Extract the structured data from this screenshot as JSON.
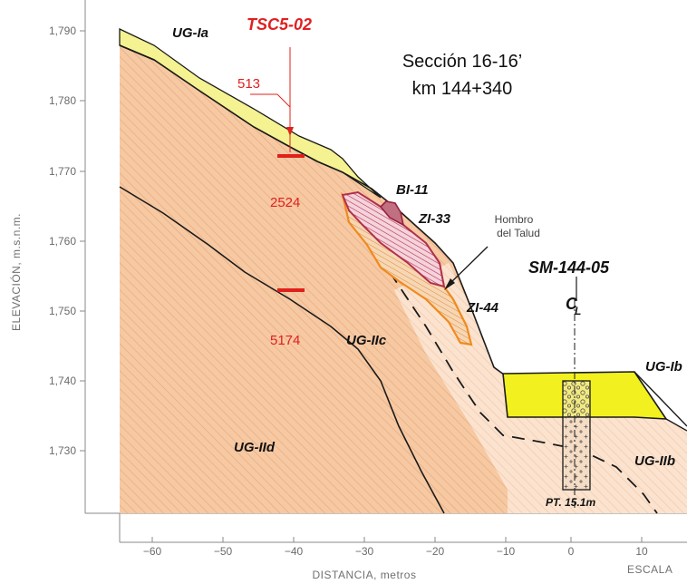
{
  "section": {
    "title": "Sección 16-16’",
    "subtitle": "km 144+340"
  },
  "axes": {
    "y_label": "ELEVACIÓN,  m.s.n.m.",
    "x_label": "DISTANCIA,  metros",
    "scale_label": "ESCALA",
    "y_ticks": [
      "1,790",
      "1,780",
      "1,770",
      "1,760",
      "1,750",
      "1,740",
      "1,730"
    ],
    "x_ticks": [
      "−60",
      "−50",
      "−40",
      "−30",
      "−20",
      "−10",
      "0",
      "10"
    ]
  },
  "units": {
    "ug_ia": "UG-Ia",
    "ug_iic": "UG-IIc",
    "ug_iid": "UG-IId",
    "ug_iib": "UG-IIb",
    "ug_ib": "UG-Ib",
    "bi_11": "BI-11",
    "zi_33": "ZI-33",
    "zi_44": "ZI-44"
  },
  "boreholes": {
    "tsc": "TSC5-02",
    "sm": "SM-144-05",
    "sm_depth": "PT. 15.1m",
    "centerline": "C",
    "centerline_sub": "L"
  },
  "measurements": {
    "v513": "513",
    "v2524": "2524",
    "v5174": "5174"
  },
  "annotation": {
    "line1": "Hombro",
    "line2": "del  Talud"
  },
  "colors": {
    "soil": "#f6c9a3",
    "soil_light": "#fbe6d4",
    "yellow_layer": "#f4f291",
    "fill_yellow": "#f2f01e",
    "slide_red": "#b0304a",
    "slide_orange": "#f08a20",
    "marker_red": "#e0201a"
  }
}
